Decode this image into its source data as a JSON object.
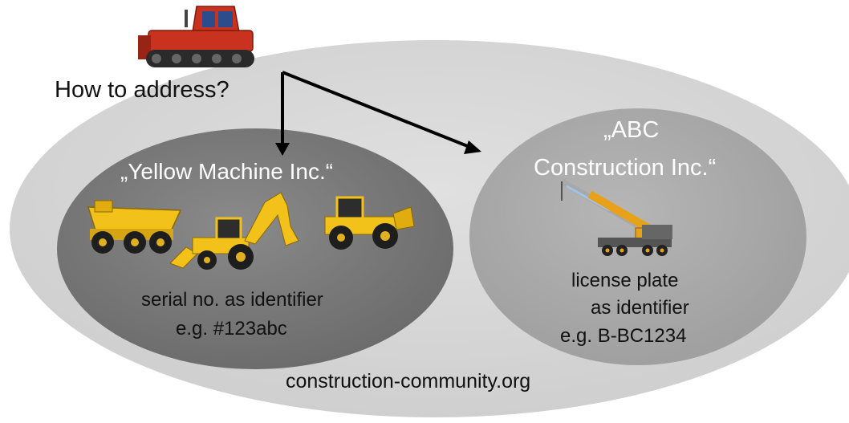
{
  "question": "How to address?",
  "community_domain": "construction-community.org",
  "company_1": {
    "name": "„Yellow Machine Inc.“",
    "identifier_line_1": "serial no. as identifier",
    "identifier_line_2": "e.g. #123abc"
  },
  "company_2": {
    "name_line_1": "„ABC",
    "name_line_2": "Construction Inc.“",
    "identifier_line_1": "license plate",
    "identifier_line_2": "as identifier",
    "identifier_line_3": "e.g. B-BC1234"
  },
  "icons": [
    "red-bulldozer-icon",
    "dump-truck-icon",
    "backhoe-loader-icon",
    "wheel-loader-icon",
    "mobile-crane-icon"
  ],
  "colors": {
    "community": "#d4d4d4",
    "company_1": "#777777",
    "company_2": "#aaaaaa",
    "machine_yellow": "#f2c21b",
    "bulldozer_red": "#c8321e"
  }
}
